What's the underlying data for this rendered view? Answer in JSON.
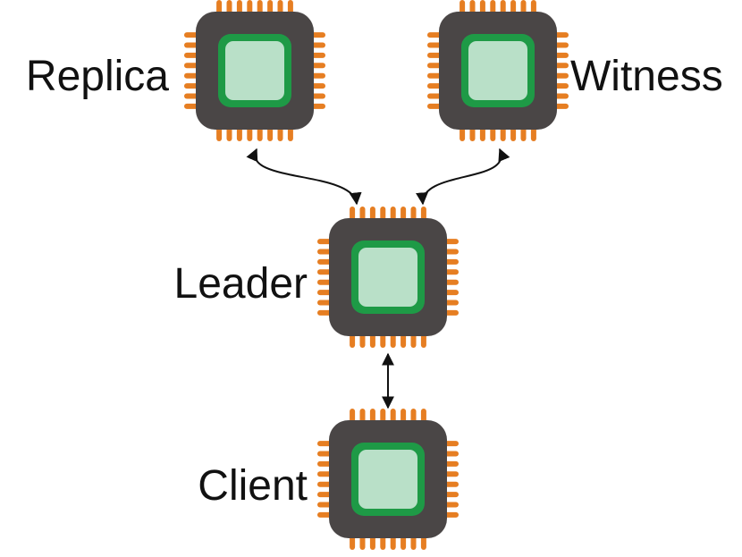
{
  "colors": {
    "chip_body": "#4a4646",
    "pins": "#e67e22",
    "die_border": "#1e9a46",
    "die_fill": "#b9e0c8",
    "arrows": "#111111",
    "text": "#111111"
  },
  "nodes": {
    "replica": {
      "label": "Replica",
      "icon": "chip-icon"
    },
    "witness": {
      "label": "Witness",
      "icon": "chip-icon"
    },
    "leader": {
      "label": "Leader",
      "icon": "chip-icon"
    },
    "client": {
      "label": "Client",
      "icon": "chip-icon"
    }
  },
  "connections": [
    {
      "from": "leader",
      "to": "replica",
      "direction": "bidirectional"
    },
    {
      "from": "leader",
      "to": "witness",
      "direction": "bidirectional"
    },
    {
      "from": "leader",
      "to": "client",
      "direction": "bidirectional"
    }
  ]
}
